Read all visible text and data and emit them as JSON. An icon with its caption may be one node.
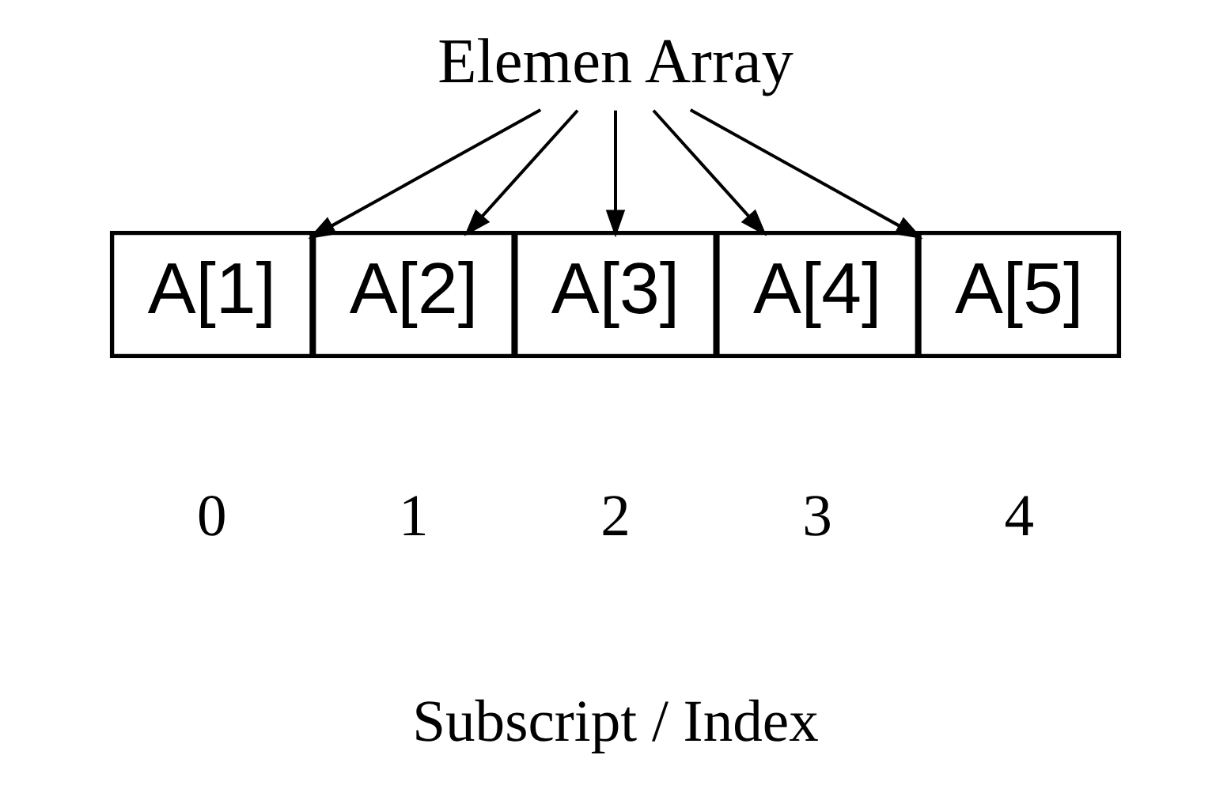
{
  "diagram": {
    "nodes": [
      {
        "text": [
          "Elemen Array"
        ]
      },
      {
        "text": [
          "A[1]"
        ]
      },
      {
        "text": [
          "A[2]"
        ]
      },
      {
        "text": [
          "A[3]"
        ]
      },
      {
        "text": [
          "A[4]"
        ]
      },
      {
        "text": [
          "A[5]"
        ]
      }
    ],
    "edges": [
      {
        "from": 0,
        "to": 1,
        "arrow": "to"
      },
      {
        "from": 0,
        "to": 2,
        "arrow": "to"
      },
      {
        "from": 0,
        "to": 3,
        "arrow": "to"
      },
      {
        "from": 0,
        "to": 4,
        "arrow": "to"
      },
      {
        "from": 0,
        "to": 5,
        "arrow": "to"
      }
    ],
    "labels": [
      "0",
      "1",
      "2",
      "3",
      "4",
      "Subscript / Index"
    ]
  }
}
